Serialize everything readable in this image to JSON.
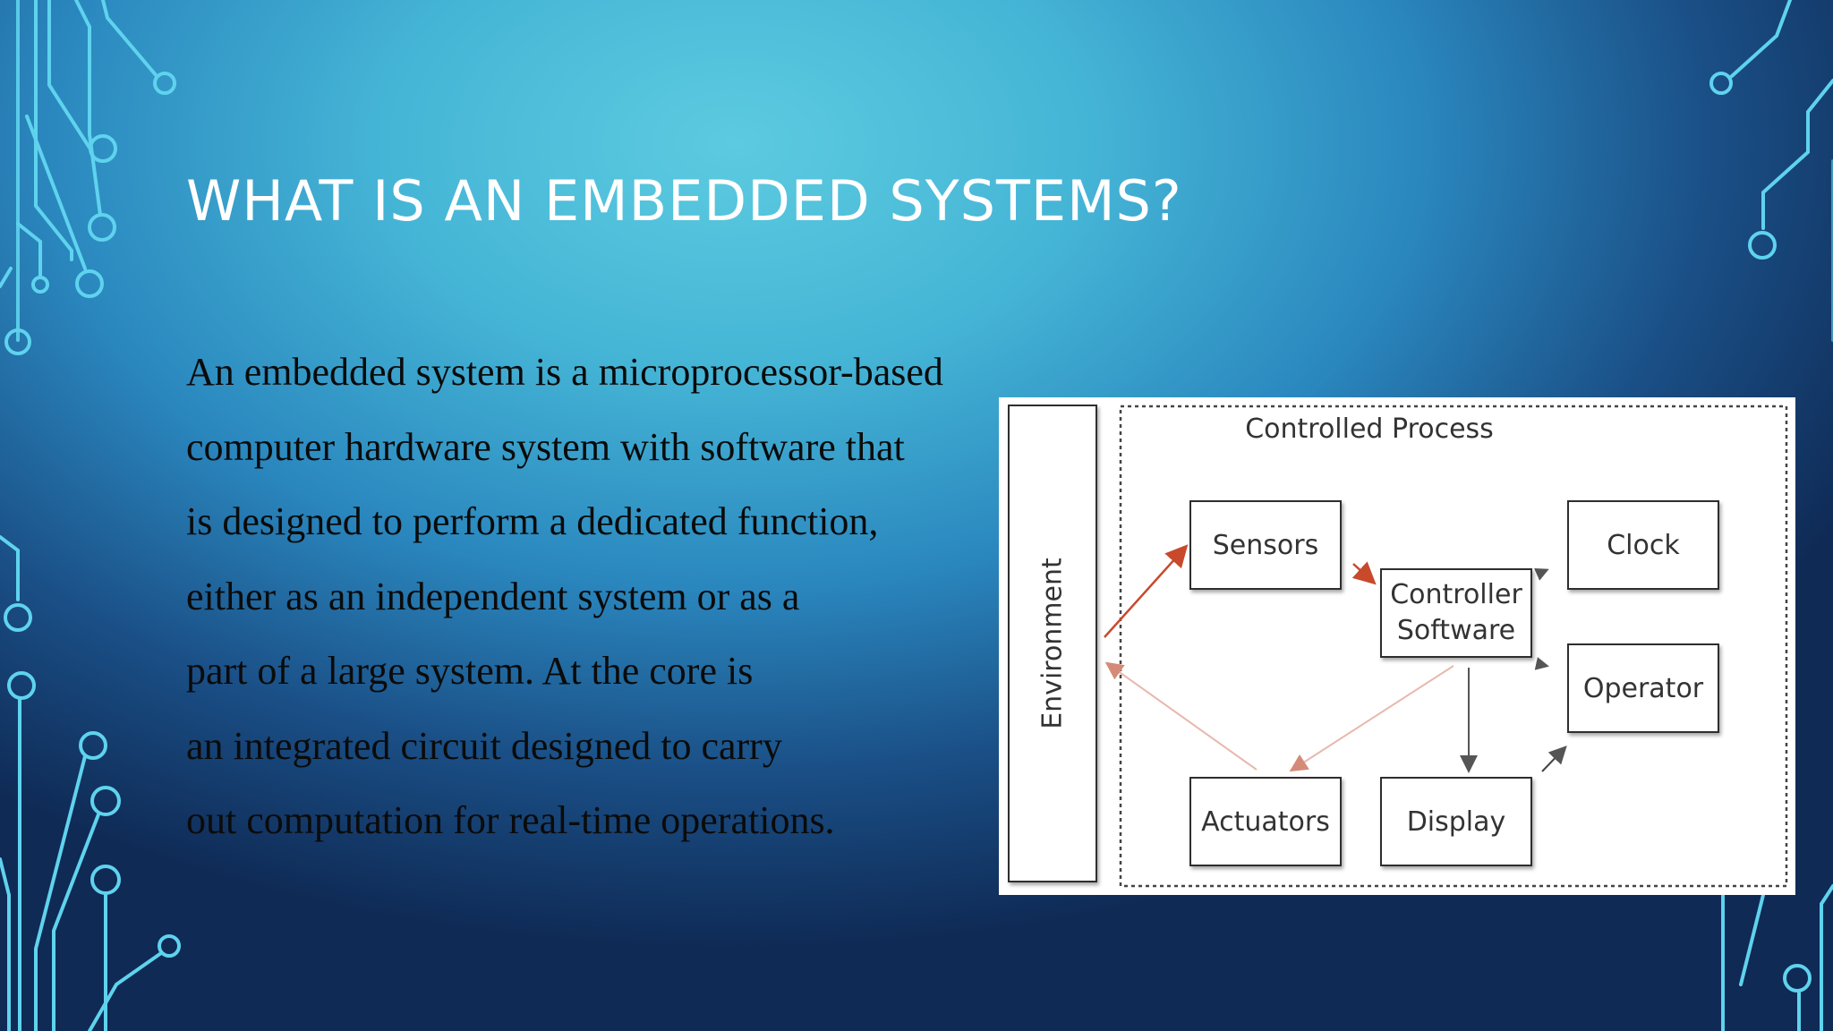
{
  "slide": {
    "title": "WHAT IS AN EMBEDDED SYSTEMS?",
    "body_lines": [
      "An embedded system is a microprocessor-based",
      "computer hardware system with software that",
      "is designed to perform a dedicated function,",
      "either as an independent system or as a",
      "part of a large system. At the core is",
      "an integrated circuit designed to carry",
      "out computation for real-time operations."
    ]
  },
  "diagram": {
    "process_label": "Controlled Process",
    "environment": "Environment",
    "sensors": "Sensors",
    "controller_line1": "Controller",
    "controller_line2": "Software",
    "clock": "Clock",
    "operator": "Operator",
    "actuators": "Actuators",
    "display": "Display"
  },
  "colors": {
    "title": "#ffffff",
    "body_text": "#0b0b0b",
    "circuit": "#5fd3ee",
    "arrow_red": "#c8492c",
    "arrow_faint": "#e8b8ae"
  }
}
